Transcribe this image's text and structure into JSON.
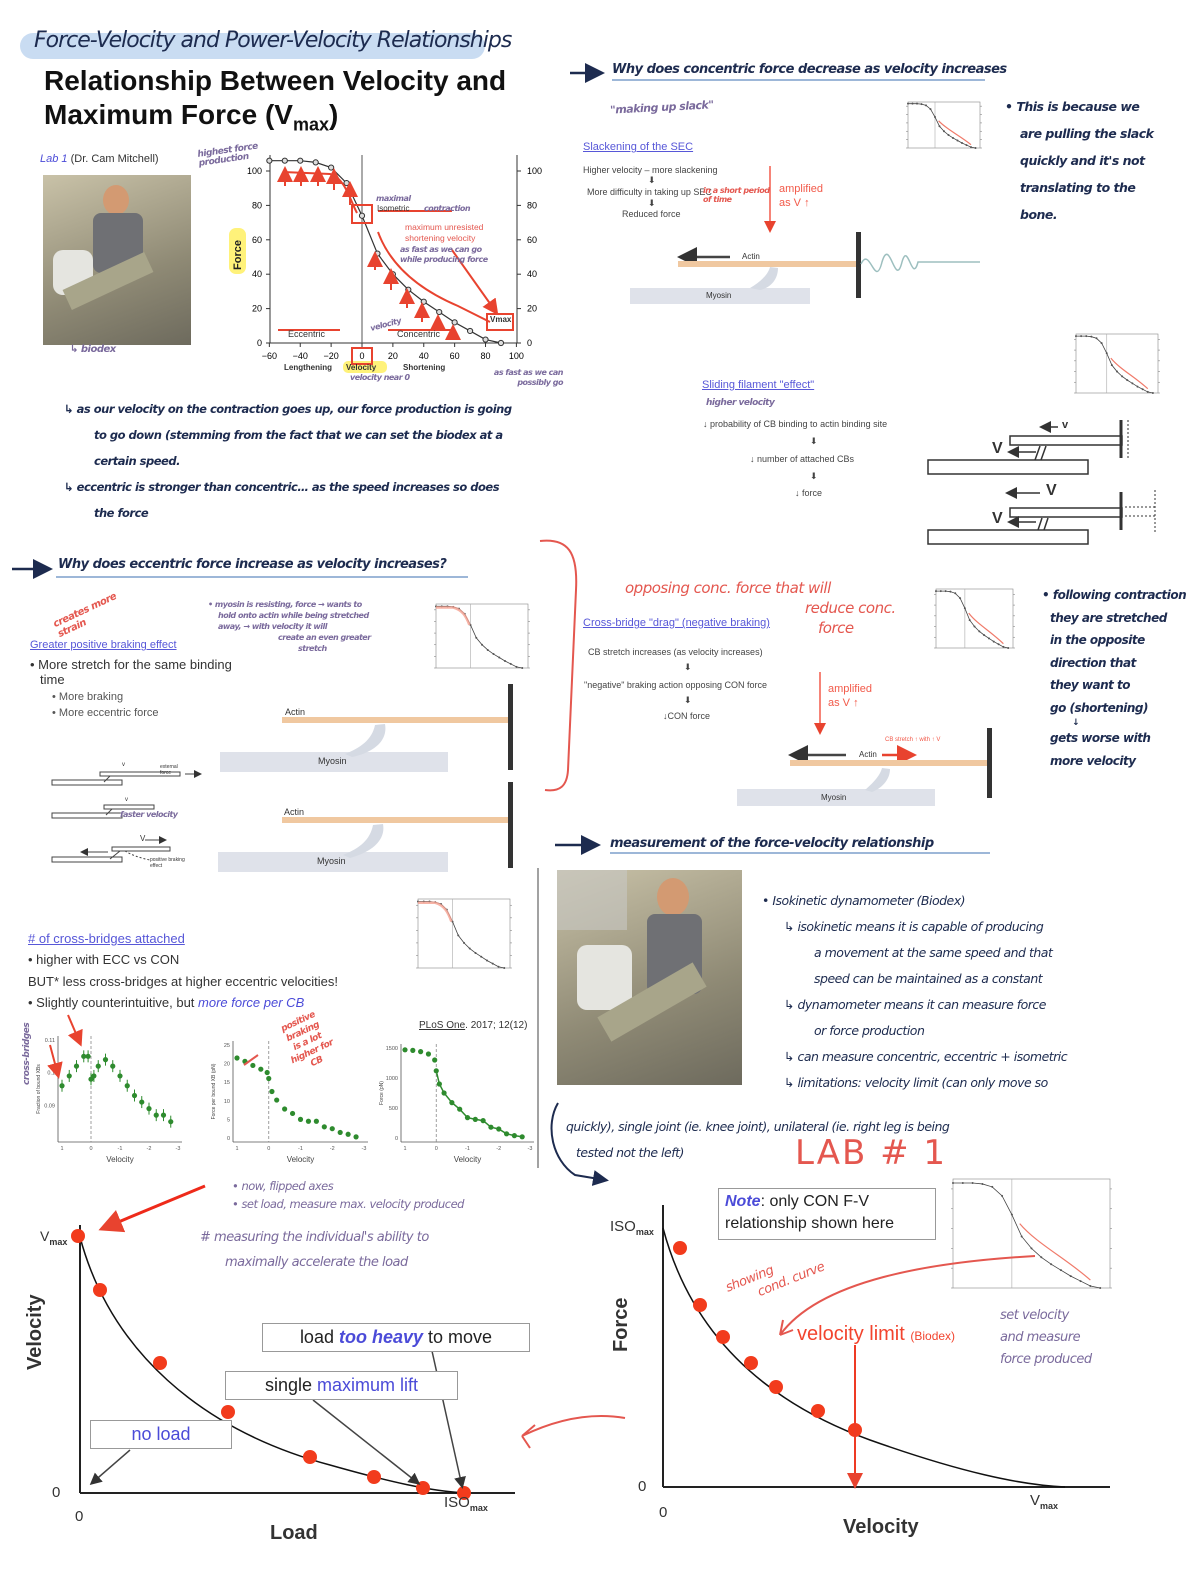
{
  "title": "Force-Velocity and Power-Velocity Relationships",
  "top_left": {
    "heading_line1": "Relationship Between Velocity and",
    "heading_line2": "Maximum Force (V",
    "heading_sub": "max",
    "heading_close": ")",
    "lab_label": "Lab 1",
    "lab_rest": " (Dr. Cam Mitchell)",
    "photo_note": "↳ biodex",
    "annotations": {
      "highest_force": "highest force production",
      "maximal_isometric": "maximal",
      "isometric_contraction": "contraction",
      "as_fast": "as fast as we can go while producing force",
      "velocity_note": "velocity",
      "zero_note": "velocity near 0",
      "vmax_note": "as fast as we can possibly go"
    },
    "notes": [
      "↳  as our velocity on the contraction goes up, our force production is going",
      "to go down (stemming from the fact that we can set the biodex at a",
      "certain speed.",
      "↳  eccentric is stronger than concentric… as the speed increases so does",
      "the force"
    ]
  },
  "concentric_section": {
    "heading": "Why does concentric force decrease as velocity increases",
    "slack_note": "\"making up slack\"",
    "link": "Slackening of the SEC",
    "steps": [
      "Higher velocity – more slackening",
      "More difficulty in taking up SEC",
      "Reduced force"
    ],
    "step_arrow": "⬇",
    "red_note": "in a short period of time",
    "amplified": "amplified",
    "as_v": "as V ↑",
    "actin": "Actin",
    "myosin": "Myosin",
    "right_note": [
      "• This is because we",
      "are pulling the slack",
      "quickly and it's not",
      "translating to the",
      "bone."
    ]
  },
  "sliding_section": {
    "link": "Sliding filament \"effect\"",
    "purple_note": "higher velocity",
    "steps": [
      "↓ probability of CB binding to actin binding site",
      "↓ number of attached CBs",
      "↓  force"
    ],
    "v_small": "v",
    "v_big": "V"
  },
  "eccentric_section": {
    "heading": "Why does eccentric force increase as velocity increases?",
    "red_note": "creates more strain",
    "purple_note": [
      "• myosin is resisting, force → wants to",
      "hold onto actin while being stretched",
      "away, → with velocity it will",
      "create an even greater",
      "stretch"
    ],
    "link": "Greater positive braking effect",
    "bullet": "• More stretch for the same binding",
    "bullet_cont": "time",
    "sub_bullets": [
      "• More braking",
      "• More eccentric force"
    ],
    "actin": "Actin",
    "myosin": "Myosin",
    "mini_labels": {
      "v": "v",
      "external_force": "external force",
      "faster_velocity": "faster velocity",
      "V": "V",
      "positive_braking": "positive braking effect"
    }
  },
  "drag_section": {
    "red_note": [
      "opposing conc. force that will",
      "reduce conc.",
      "force"
    ],
    "link": "Cross-bridge \"drag\" (negative braking)",
    "steps": [
      "CB stretch increases (as velocity increases)",
      "\"negative\" braking action opposing CON force",
      "↓CON force"
    ],
    "amplified": "amplified",
    "as_v": "as V ↑",
    "cb_stretch": "CB stretch ↑ with ↑ V",
    "actin": "Actin",
    "myosin": "Myosin",
    "right_note": [
      "• following contraction",
      "they are stretched",
      "in the opposite",
      "direction that",
      "they want to",
      "go (shortening)",
      "↓",
      "gets worse with",
      "more velocity"
    ]
  },
  "measurement_section": {
    "heading": "measurement of the force-velocity relationship",
    "notes": [
      "• Isokinetic  dynamometer  (Biodex)",
      "↳  isokinetic means it is capable of producing",
      "a movement at the same speed and that",
      "speed can be maintained as a constant",
      "↳  dynamometer means it can measure force",
      "or force production",
      "↳  can measure concentric, eccentric + isometric",
      "↳  limitations: velocity limit (can only move so",
      "quickly), single joint (ie. knee joint), unilateral (ie. right leg is being",
      "tested not the left)"
    ],
    "lab_tag": "LAB # 1"
  },
  "crossbridge_section": {
    "link": "# of cross-bridges attached",
    "bullet1": "• higher with ECC vs CON",
    "but_line": "BUT* less cross-bridges at higher eccentric velocities!",
    "bullet2_plain": "• Slightly counterintuitive, but ",
    "bullet2_blue": "more force per CB",
    "purple_vertical": "cross-bridges",
    "red_note": [
      "positive",
      "braking",
      "is a lot",
      "higher for",
      "CB"
    ],
    "citation_link": "PLoS One",
    "citation_rest": ". 2017; 12(12)"
  },
  "load_chart": {
    "notes": [
      "• now, flipped axes",
      "• set load, measure max. velocity produced"
    ],
    "purple_note": [
      "# measuring the individual's ability to",
      "maximally accelerate the load"
    ],
    "y_label": "Velocity",
    "x_label": "Load",
    "vmax": "V",
    "vmax_sub": "max",
    "iso": "ISO",
    "iso_sub": "max",
    "zero": "0",
    "box_heavy_pre": "load ",
    "box_heavy_em": "too heavy",
    "box_heavy_post": " to move",
    "box_single_pre": "single ",
    "box_single_blue": "maximum lift",
    "box_noload": "no load"
  },
  "velocity_chart": {
    "note_em": "Note",
    "note_rest": ": only CON F-V",
    "note_line2": "relationship shown here",
    "iso": "ISO",
    "iso_sub": "max",
    "y_label": "Force",
    "x_label": "Velocity",
    "vmax": "V",
    "vmax_sub": "max",
    "zero": "0",
    "red_note": [
      "showing",
      "cond. curve"
    ],
    "limit": "velocity limit",
    "limit_small": "(Biodex)",
    "purple_note": [
      "set velocity",
      "and measure",
      "force produced"
    ]
  },
  "colors": {
    "navy": "#1d2b4f",
    "purple": "#7a6a9c",
    "red": "#e4574f",
    "link": "#5757d8",
    "accent_green": "#2e8b2e",
    "highlight_yellow": "#fff27a",
    "title_band": "#c9dcf2"
  },
  "chart_data": [
    {
      "type": "line",
      "title": "",
      "xlabel": "Velocity",
      "ylabel": "Force",
      "x_side_labels": [
        "Lengthening",
        "Shortening"
      ],
      "region_labels": [
        "Eccentric",
        "Concentric"
      ],
      "annotations": [
        "Isometric",
        "maximum unresisted shortening velocity",
        "Vmax"
      ],
      "xlim": [
        -60,
        100
      ],
      "ylim": [
        0,
        100
      ],
      "x_ticks": [
        -60,
        -40,
        -20,
        0,
        20,
        40,
        60,
        80,
        100
      ],
      "y_ticks": [
        0,
        20,
        40,
        60,
        80,
        100
      ],
      "x": [
        -60,
        -50,
        -40,
        -30,
        -20,
        -10,
        0,
        10,
        20,
        30,
        40,
        50,
        60,
        70,
        80,
        90
      ],
      "y": [
        106,
        106,
        106,
        105,
        102,
        93,
        74,
        52,
        40,
        31,
        24,
        18,
        12,
        7,
        2,
        0
      ]
    },
    {
      "type": "scatter",
      "xlabel": "Velocity",
      "ylabel": "Fraction of bound XBs",
      "xlim": [
        1,
        -3
      ],
      "ylim": [
        0,
        0.11
      ],
      "y_ticks": [
        0,
        0.09,
        0.1,
        0.11
      ],
      "x_ticks": [
        1,
        0,
        -1,
        -2,
        -3
      ],
      "x": [
        1,
        0.75,
        0.5,
        0.25,
        0.1,
        0,
        -0.1,
        -0.25,
        -0.5,
        -0.75,
        -1,
        -1.25,
        -1.5,
        -1.75,
        -2,
        -2.25,
        -2.5,
        -2.75
      ],
      "y": [
        0.096,
        0.099,
        0.102,
        0.105,
        0.105,
        0.098,
        0.099,
        0.102,
        0.104,
        0.102,
        0.099,
        0.096,
        0.093,
        0.091,
        0.089,
        0.087,
        0.087,
        0.085
      ]
    },
    {
      "type": "scatter",
      "xlabel": "Velocity",
      "ylabel": "Force per bound XB (pN)",
      "xlim": [
        1,
        -3
      ],
      "ylim": [
        0,
        25
      ],
      "y_ticks": [
        0,
        5,
        10,
        15,
        20,
        25
      ],
      "x_ticks": [
        1,
        0,
        -1,
        -2,
        -3
      ],
      "x": [
        1,
        0.75,
        0.5,
        0.25,
        0.05,
        0,
        -0.1,
        -0.25,
        -0.5,
        -0.75,
        -1,
        -1.25,
        -1.5,
        -1.75,
        -2,
        -2.25,
        -2.5,
        -2.75
      ],
      "y": [
        21.5,
        20.6,
        19.5,
        18.5,
        17.6,
        16,
        12.5,
        10.2,
        7.8,
        6.6,
        5,
        4.5,
        4.5,
        3,
        2.5,
        1.5,
        1,
        0.3
      ]
    },
    {
      "type": "scatter",
      "xlabel": "Velocity",
      "ylabel": "Force (pN)",
      "xlim": [
        1,
        -3
      ],
      "ylim": [
        0,
        1500
      ],
      "y_ticks": [
        0,
        500,
        1000,
        1500
      ],
      "x_ticks": [
        1,
        0,
        -1,
        -2,
        -3
      ],
      "x": [
        1,
        0.75,
        0.5,
        0.25,
        0.05,
        0,
        -0.1,
        -0.25,
        -0.5,
        -0.75,
        -1,
        -1.25,
        -1.5,
        -1.75,
        -2,
        -2.25,
        -2.5,
        -2.75
      ],
      "y": [
        1470,
        1460,
        1440,
        1400,
        1300,
        1120,
        900,
        750,
        590,
        480,
        340,
        310,
        290,
        180,
        150,
        70,
        40,
        20
      ]
    }
  ]
}
